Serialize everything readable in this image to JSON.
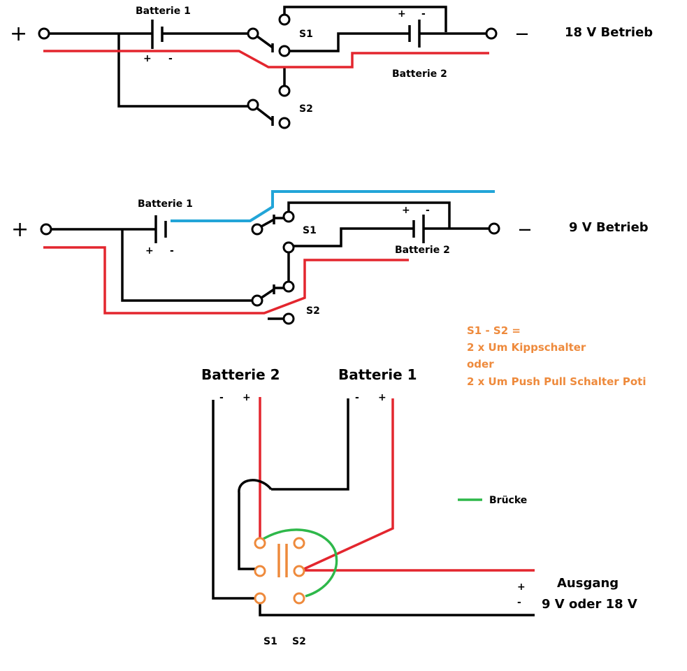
{
  "colors": {
    "wire": "#000000",
    "red_wire": "#e3262e",
    "blue_wire": "#22a5d8",
    "bridge": "#2eb84a",
    "note": "#ee8a3c"
  },
  "top": {
    "plus_sign": "+",
    "battery1_label": "Batterie 1",
    "battery1_plus": "+",
    "battery1_minus": "-",
    "battery2_label": "Batterie 2",
    "battery2_plus": "+",
    "battery2_minus": "-",
    "switch1_label": "S1",
    "switch2_label": "S2",
    "minus_sign": "—",
    "mode_label": "18 V Betrieb"
  },
  "middle": {
    "plus_sign": "+",
    "battery1_label": "Batterie 1",
    "battery1_plus": "+",
    "battery1_minus": "-",
    "battery2_label": "Batterie 2",
    "battery2_plus": "+",
    "battery2_minus": "-",
    "switch1_label": "S1",
    "switch2_label": "S2",
    "minus_sign": "—",
    "mode_label": "9 V Betrieb"
  },
  "note": {
    "line1": "S1 - S2 =",
    "line2": "2 x Um Kippschalter",
    "line3": "oder",
    "line4": "2 x Um Push Pull Schalter Poti"
  },
  "bottom": {
    "battery2_label": "Batterie 2",
    "battery2_minus": "-",
    "battery2_plus": "+",
    "battery1_label": "Batterie 1",
    "battery1_minus": "-",
    "battery1_plus": "+",
    "legend_bridge": "Brücke",
    "output_plus": "+",
    "output_minus": "-",
    "output_label": "Ausgang",
    "output_voltage": "9 V oder 18 V",
    "switch1_label": "S1",
    "switch2_label": "S2"
  }
}
